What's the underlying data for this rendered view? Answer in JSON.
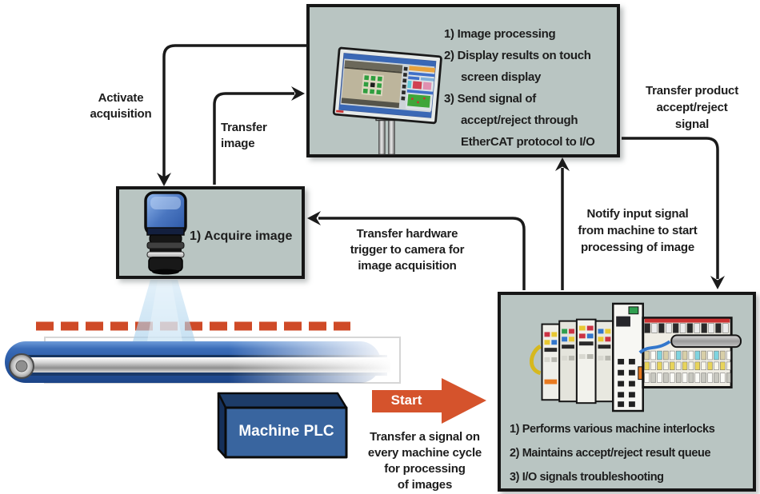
{
  "colors": {
    "box_fill": "#b9c5c2",
    "box_border": "#161616",
    "arrow_line": "#1a1a1a",
    "start_arrow_orange": "#d5532c",
    "dashed_line_red": "#cf4a27",
    "plc_blue_front": "#39659f",
    "plc_blue_dark": "#1d3c68",
    "conveyor_blue": "#2e61ad",
    "beam_blue": "#bcdcf2"
  },
  "processing_box": {
    "items": [
      {
        "text": "1) Image processing",
        "lines": [
          "1) Image processing"
        ]
      },
      {
        "text": "2) Display results on touch screen display",
        "lines": [
          "2) Display results on touch",
          "screen display"
        ]
      },
      {
        "text": "3) Send signal of accept/reject through EtherCAT protocol to I/O",
        "lines": [
          "3) Send signal of",
          "accept/reject through",
          "EtherCAT protocol to I/O"
        ]
      }
    ]
  },
  "acquire_box": {
    "label": "1) Acquire image"
  },
  "io_box": {
    "items": [
      "1) Performs various machine interlocks",
      "2) Maintains accept/reject result queue",
      "3) I/O signals troubleshooting"
    ]
  },
  "labels": {
    "activate": {
      "text": "Activate acquisition",
      "lines": [
        "Activate",
        "acquisition"
      ]
    },
    "transfer_image": {
      "text": "Transfer image",
      "lines": [
        "Transfer",
        "image"
      ]
    },
    "transfer_trigger": {
      "text": "Transfer hardware trigger to camera for image acquisition",
      "lines": [
        "Transfer hardware",
        "trigger to camera for",
        "image acquisition"
      ]
    },
    "transfer_product": {
      "text": "Transfer product accept/reject signal",
      "lines": [
        "Transfer product",
        "accept/reject",
        "signal"
      ]
    },
    "notify": {
      "text": "Notify input signal from machine to start processing of image",
      "lines": [
        "Notify input signal",
        "from machine to start",
        "processing of image"
      ]
    },
    "transfer_cycle": {
      "text": "Transfer a signal on every machine cycle for processing of images",
      "lines": [
        "Transfer a signal on",
        "every machine cycle",
        "for processing",
        "of images"
      ]
    }
  },
  "plc": {
    "label": "Machine PLC"
  },
  "start_arrow": {
    "label": "Start"
  }
}
